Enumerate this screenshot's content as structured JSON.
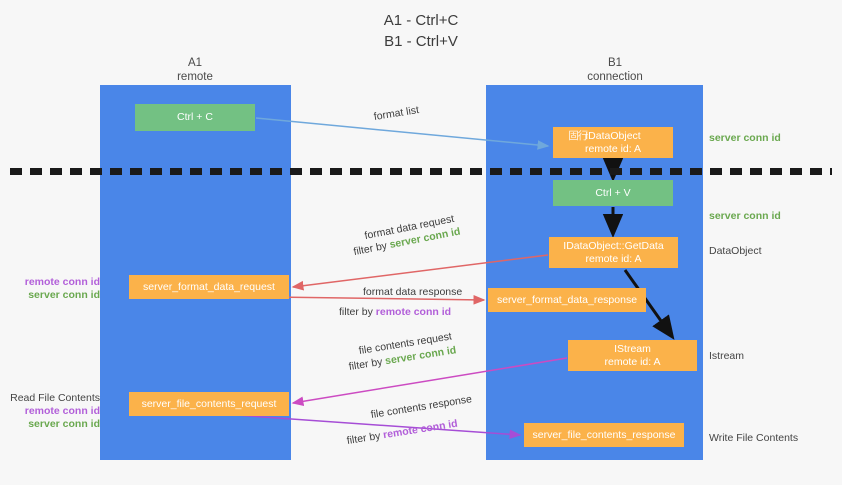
{
  "title": {
    "line1": "A1 - Ctrl+C",
    "line2": "B1 - Ctrl+V"
  },
  "lanes": [
    {
      "id": "a1",
      "name": "A1",
      "role": "remote"
    },
    {
      "id": "b1",
      "name": "B1",
      "role": "connection"
    }
  ],
  "colors": {
    "lane": "#4a86e8",
    "green_node": "#73c183",
    "orange_node": "#fbb24a",
    "server_conn_id": "#6aa84f",
    "remote_conn_id": "#b25fd9",
    "edge_blue": "#6fa8dc",
    "edge_red": "#e06666",
    "edge_magenta": "#cc4bc2",
    "edge_purple": "#a64dd6",
    "edge_black": "#000000",
    "background": "#f7f7f7"
  },
  "nodes": {
    "ctrl_c": {
      "label": "Ctrl + C",
      "style": "green"
    },
    "idataobject": {
      "label": "IDataObject",
      "sub": "remote id: A",
      "artifact": "固行",
      "style": "orange"
    },
    "ctrl_v": {
      "label": "Ctrl + V",
      "style": "green"
    },
    "getdata": {
      "label": "IDataObject::GetData",
      "sub": "remote id: A",
      "style": "orange"
    },
    "format_data_request": {
      "label": "server_format_data_request",
      "style": "orange"
    },
    "format_data_response": {
      "label": "server_format_data_response",
      "style": "orange"
    },
    "istream": {
      "label": "IStream",
      "sub": "remote id: A",
      "style": "orange"
    },
    "file_contents_request": {
      "label": "server_file_contents_request",
      "style": "orange"
    },
    "file_contents_response": {
      "label": "server_file_contents_response",
      "style": "orange"
    }
  },
  "flow_labels": {
    "format_list": "format list",
    "format_data_request": "format data request",
    "format_data_request_filter_prefix": "filter by ",
    "format_data_request_filter_key": "server conn id",
    "format_data_response": "format data response",
    "format_data_response_filter_prefix": "filter by ",
    "format_data_response_filter_key": "remote conn id",
    "file_contents_request": "file contents request",
    "file_contents_request_filter_prefix": "filter by ",
    "file_contents_request_filter_key": "server conn id",
    "file_contents_response": "file contents response",
    "file_contents_response_filter_prefix": "filter by ",
    "file_contents_response_filter_key": "remote conn id"
  },
  "annotations": {
    "right": [
      {
        "text": "server conn id",
        "kind": "server"
      },
      {
        "text": "server conn id",
        "kind": "server"
      },
      {
        "text": "DataObject",
        "kind": "plain"
      },
      {
        "text": "Istream",
        "kind": "plain"
      },
      {
        "text": "Write File Contents",
        "kind": "plain"
      }
    ],
    "left": {
      "read_file_contents": "Read File Contents",
      "remote_conn_id": "remote conn id",
      "server_conn_id": "server conn id"
    }
  }
}
